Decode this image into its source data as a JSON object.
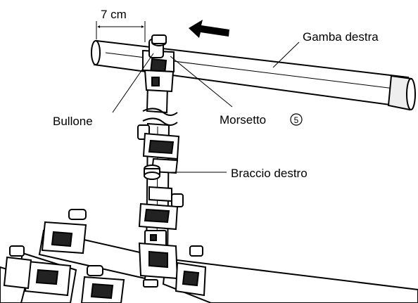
{
  "labels": {
    "dimension": "7 cm",
    "right_leg": "Gamba destra",
    "bolt": "Bullone",
    "clamp": "Morsetto",
    "clamp_number": "5",
    "right_arm": "Braccio destro"
  },
  "icons": {
    "direction_arrow": "arrow-left-icon"
  },
  "colors": {
    "line": "#000000",
    "paper": "#ffffff",
    "tube_shade": "#eeeeee",
    "clamp_dark": "#222222"
  }
}
